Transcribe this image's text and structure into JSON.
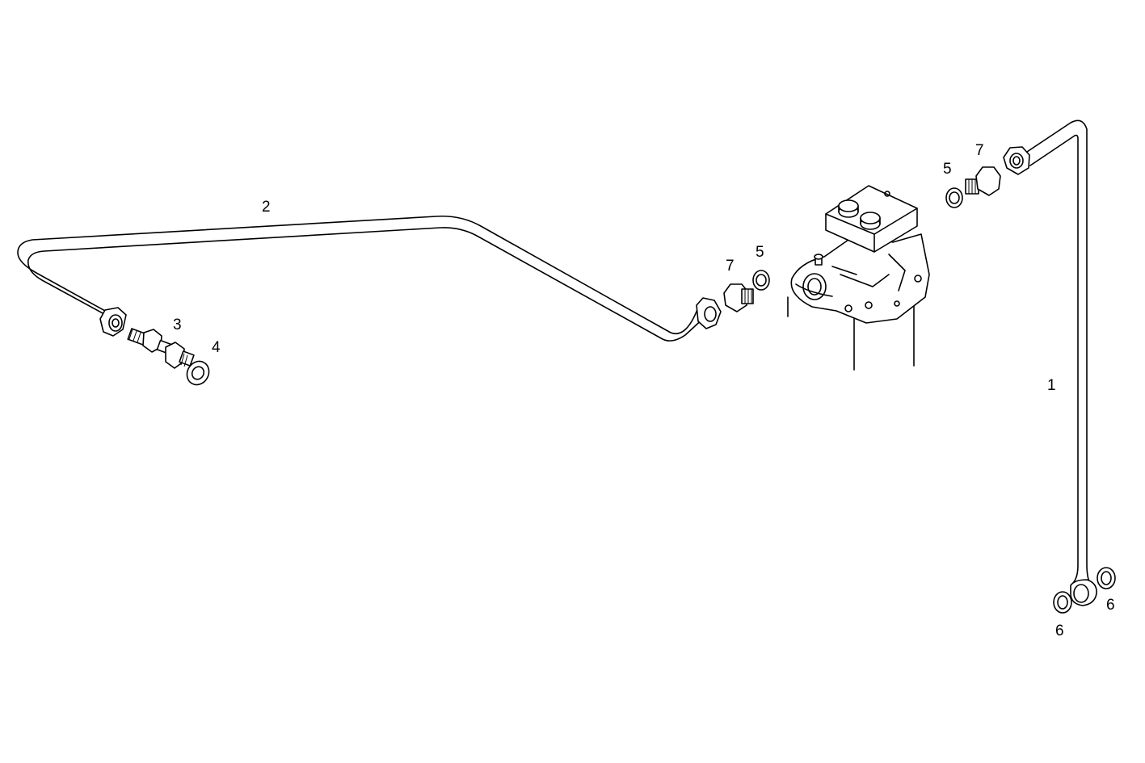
{
  "callouts": {
    "pipe_1": "1",
    "pipe_2": "2",
    "fitting_3": "3",
    "washer_4": "4",
    "washer_5_left": "5",
    "washer_5_right": "5",
    "washer_6_left": "6",
    "washer_6_right": "6",
    "union_7_left": "7",
    "union_7_right": "7"
  }
}
